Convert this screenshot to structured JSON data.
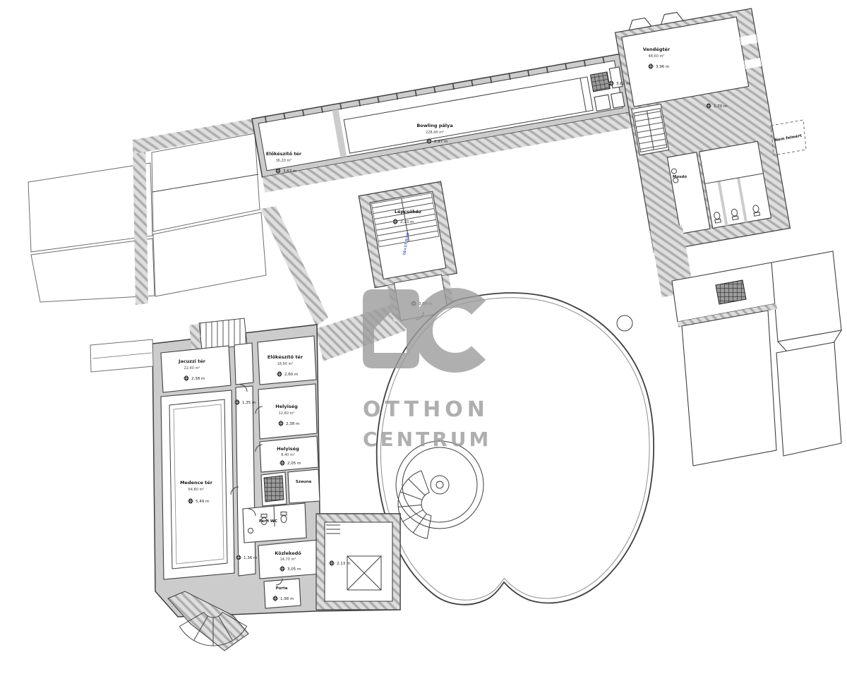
{
  "colors": {
    "line": "#3f3f3f",
    "wall_fill": "#cccccc",
    "hatch_bg": "#dedede",
    "hatch_stripe": "#aeaeae",
    "watermark_gray": "#9c9c9c",
    "stair_note_blue": "#3a57c4"
  },
  "watermark": {
    "monogram": "OC",
    "line1": "OTTHON",
    "line2": "CENTRUM"
  },
  "labels": {
    "bowling": {
      "name": "Bowling pálya",
      "area": "228,40 m²",
      "dim": "2,97 m"
    },
    "prep_upper": {
      "name": "Előkészítő tér",
      "area": "36,20 m²",
      "dim": "3,67 m"
    },
    "guest": {
      "name": "Vendégtér",
      "area": "48,60 m²",
      "dim": "3,96 m"
    },
    "kitchen": {
      "dim": "3,62 m"
    },
    "gable": {
      "dim": "1,70 m"
    },
    "stairwell": {
      "name": "Lépcsőház",
      "dim": "2,10 m",
      "note": "16×17,5/28"
    },
    "corridor_top": {
      "dim": "0,98 m"
    },
    "washroom": {
      "name": "Mosdó"
    },
    "unsurveyed": {
      "name": "Nem felmért"
    },
    "jacuzzi": {
      "name": "Jacuzzi tér",
      "area": "22,40 m²",
      "dim": "2,38 m"
    },
    "prep_lower": {
      "name": "Előkészítő tér",
      "area": "18,90 m²",
      "dim": "2,60 m"
    },
    "room1": {
      "name": "Helyiség",
      "area": "12,60 m²",
      "dim": "2,38 m"
    },
    "room2": {
      "name": "Helyiség",
      "area": "8,40 m²",
      "dim": "2,05 m"
    },
    "pool_hall": {
      "name": "Medence tér",
      "area": "64,80 m²",
      "dim": "5,49 m"
    },
    "sauna": {
      "name": "Szauna"
    },
    "mens_wc": {
      "name": "Férfi WC"
    },
    "hallway": {
      "name": "Közlekedő",
      "area": "14,70 m²",
      "dim": "3,05 m"
    },
    "porta": {
      "name": "Porta",
      "dim": "1,98 m"
    },
    "corr_w1": {
      "dim": "1,35 m"
    },
    "corr_w2": {
      "dim": "1,36 m"
    },
    "shaft_room": {
      "dim": "2,13 m"
    }
  }
}
